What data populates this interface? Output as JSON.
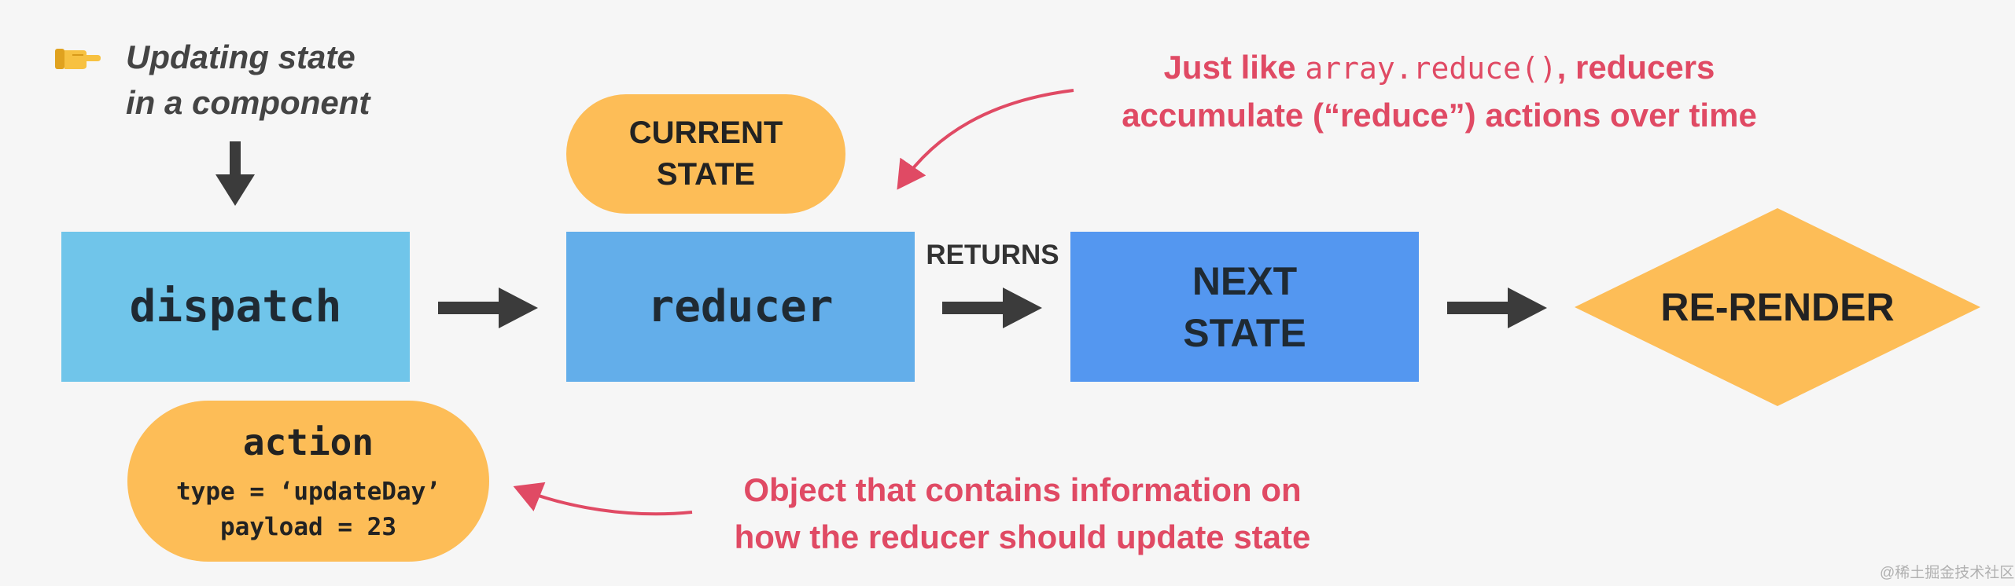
{
  "intro": {
    "icon": "pointing-hand-icon",
    "line1": "Updating state",
    "line2": "in a component"
  },
  "boxes": {
    "dispatch": "dispatch",
    "reducer": "reducer",
    "next_line1": "NEXT",
    "next_line2": "STATE"
  },
  "current_state": {
    "line1": "CURRENT",
    "line2": "STATE"
  },
  "returns_label": "RETURNS",
  "rerender_label": "RE-RENDER",
  "action": {
    "title": "action",
    "line1": "type = ‘updateDay’",
    "line2": "payload = 23"
  },
  "annotation_top": {
    "part1": "Just like ",
    "code": "array.reduce()",
    "part2": ", reducers",
    "line2_regular": "accumulate (“reduce”) ",
    "line2_bold": "actions over time"
  },
  "annotation_bottom": {
    "line1": "Object that contains information on",
    "line2": "how the reducer should update state"
  },
  "watermark": "@稀土掘金技术社区",
  "colors": {
    "dispatch_box": "#70c5ea",
    "reducer_box": "#63aeea",
    "next_state_box": "#5497f0",
    "pill_orange": "#fdbd57",
    "annotation_red": "#e04a64",
    "arrow_dark": "#3b3b3b"
  }
}
